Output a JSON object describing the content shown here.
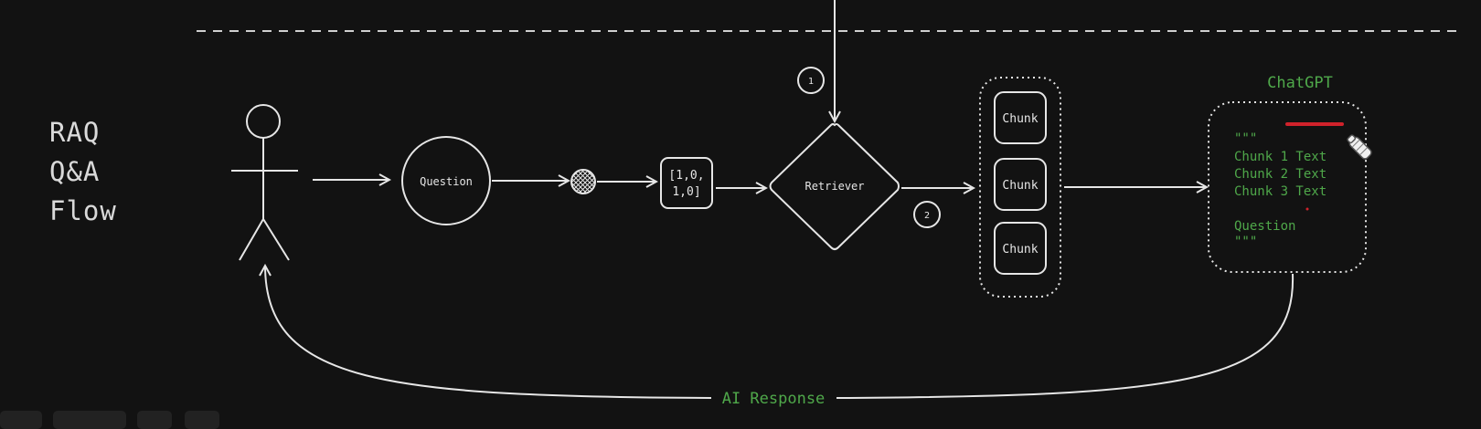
{
  "title": {
    "line1": "RAQ",
    "line2": "Q&A",
    "line3": "Flow"
  },
  "nodes": {
    "question": "Question",
    "vector_line1": "[1,0,",
    "vector_line2": "1,0]",
    "retriever": "Retriever",
    "chunk1": "Chunk",
    "chunk2": "Chunk",
    "chunk3": "Chunk",
    "chatgpt_label": "ChatGPT"
  },
  "steps": {
    "step1": "1",
    "step2": "2"
  },
  "prompt": {
    "open_quotes": "\"\"\"",
    "line1": "Chunk 1 Text",
    "line2": "Chunk 2 Text",
    "line3": "Chunk 3 Text",
    "question": "Question",
    "close_quotes": "\"\"\""
  },
  "response_label": "AI Response",
  "colors": {
    "background": "#121212",
    "stroke": "#e6e6e6",
    "accent_green": "#4fa84a",
    "marker_red": "#d0222b"
  }
}
